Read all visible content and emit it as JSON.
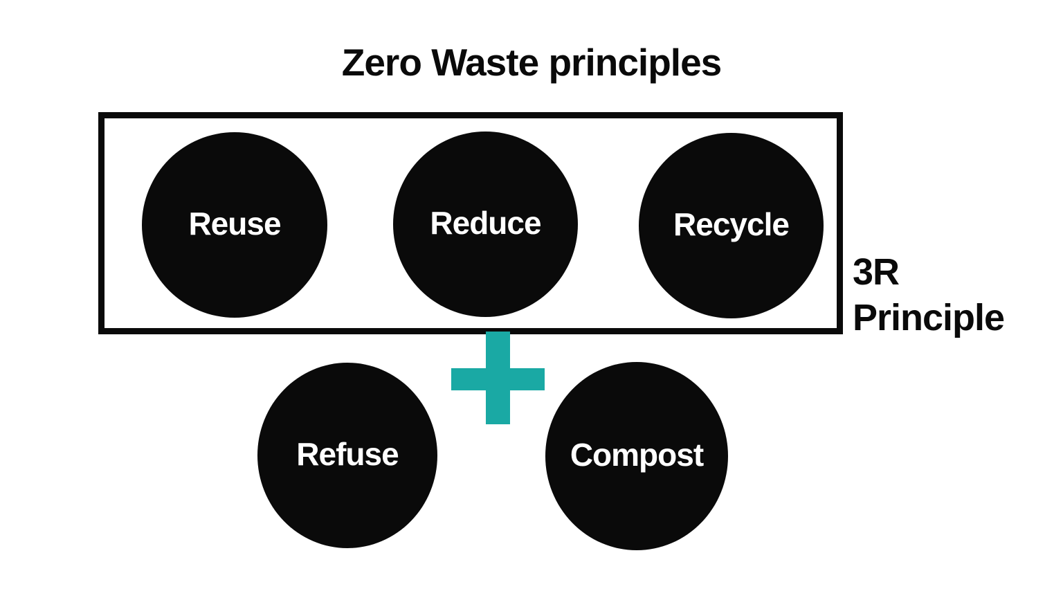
{
  "title": "Zero Waste principles",
  "group_3r": {
    "label_line1": "3R",
    "label_line2": "Principle",
    "nodes": [
      {
        "label": "Reuse"
      },
      {
        "label": "Reduce"
      },
      {
        "label": "Recycle"
      }
    ]
  },
  "additional_nodes": [
    {
      "label": "Refuse"
    },
    {
      "label": "Compost"
    }
  ],
  "operator": {
    "name": "plus-icon",
    "meaning": "plus"
  },
  "colors": {
    "circle_fill": "#0a0a0a",
    "circle_text": "#ffffff",
    "accent_teal": "#1aa9a4",
    "line_color": "#0a0a0a",
    "bg": "#ffffff",
    "title_color": "#0a0a0a"
  }
}
